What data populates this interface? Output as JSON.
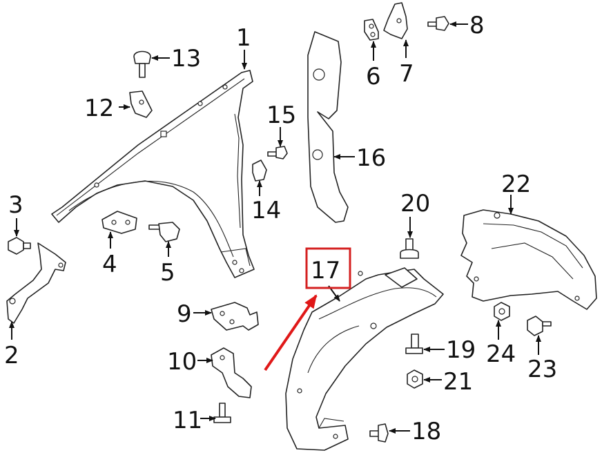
{
  "diagram": {
    "callouts": [
      {
        "id": "1",
        "text": "1"
      },
      {
        "id": "2",
        "text": "2"
      },
      {
        "id": "3",
        "text": "3"
      },
      {
        "id": "4",
        "text": "4"
      },
      {
        "id": "5",
        "text": "5"
      },
      {
        "id": "6",
        "text": "6"
      },
      {
        "id": "7",
        "text": "7"
      },
      {
        "id": "8",
        "text": "8"
      },
      {
        "id": "9",
        "text": "9"
      },
      {
        "id": "10",
        "text": "10"
      },
      {
        "id": "11",
        "text": "11"
      },
      {
        "id": "12",
        "text": "12"
      },
      {
        "id": "13",
        "text": "13"
      },
      {
        "id": "14",
        "text": "14"
      },
      {
        "id": "15",
        "text": "15"
      },
      {
        "id": "16",
        "text": "16"
      },
      {
        "id": "17",
        "text": "17"
      },
      {
        "id": "18",
        "text": "18"
      },
      {
        "id": "19",
        "text": "19"
      },
      {
        "id": "20",
        "text": "20"
      },
      {
        "id": "21",
        "text": "21"
      },
      {
        "id": "22",
        "text": "22"
      },
      {
        "id": "23",
        "text": "23"
      },
      {
        "id": "24",
        "text": "24"
      }
    ],
    "highlight": {
      "part": "17",
      "box_color": "#d42020",
      "arrow_color": "#e01818"
    }
  }
}
